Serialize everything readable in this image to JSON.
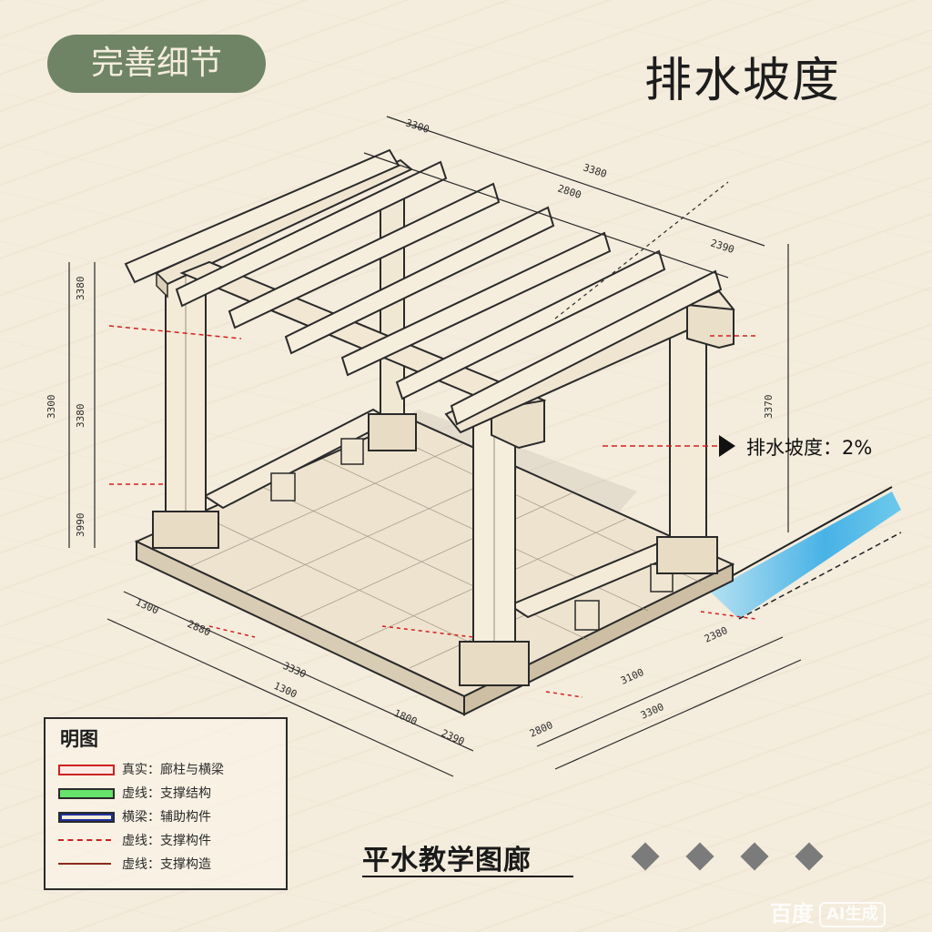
{
  "badge": "完善细节",
  "title": "排水坡度",
  "slope_label": "排水坡度：2%",
  "dimensions": {
    "top_1": "3300",
    "top_2": "3380",
    "top_3": "2800",
    "top_4": "2390",
    "left_1": "3300",
    "left_2": "3380",
    "left_3": "3380",
    "left_4": "3990",
    "right_1": "3370",
    "bottom_1": "1300",
    "bottom_2": "2880",
    "bottom_3": "3330",
    "bottom_4": "1300",
    "bottom_5": "1800",
    "bottom_6": "2390",
    "bottom_7": "2800",
    "bottom_8": "3300",
    "bottom_9": "3100",
    "bottom_10": "2380"
  },
  "legend": {
    "title": "明图",
    "items": [
      {
        "label": "真实：廊柱与横梁",
        "style": "red-box"
      },
      {
        "label": "虚线：支撑结构",
        "style": "green-box"
      },
      {
        "label": "横梁：辅助构件",
        "style": "blue-box"
      },
      {
        "label": "虚线：支撑构件",
        "style": "red-dashed"
      },
      {
        "label": "虚线：支撑构造",
        "style": "brown-line"
      }
    ]
  },
  "footer_title": "平水教学图廊",
  "nav_dots": 4,
  "watermark": {
    "brand": "百度",
    "tag": "AI生成"
  },
  "colors": {
    "badge_bg": "#6e8464",
    "paper": "#f4ecdc",
    "annotation_red": "#d22020",
    "water_blue": "#2aa8e8"
  }
}
